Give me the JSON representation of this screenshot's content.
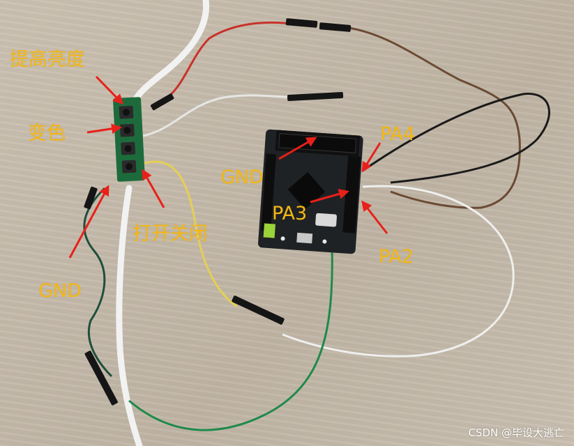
{
  "annotations": {
    "brightness_up": "提高亮度",
    "change_color": "变色",
    "power_toggle": "打开关闭",
    "gnd_left": "GND",
    "gnd_board": "GND",
    "pa4": "PA4",
    "pa3": "PA3",
    "pa2": "PA2"
  },
  "watermark": "CSDN @毕设大逃亡",
  "colors": {
    "annotation_text": "#f5b814",
    "arrow": "#e8201a",
    "board_pcb": "#1f2224",
    "button_module_pcb": "#1d6b3c",
    "wire_green": "#1e8a4a",
    "wire_yellow": "#e5cf55",
    "wire_white": "#efefef",
    "wire_brown": "#6b4a33",
    "wire_black": "#1a1a1a",
    "wire_red": "#c8322a",
    "wire_dark_green": "#1f4f3c"
  }
}
